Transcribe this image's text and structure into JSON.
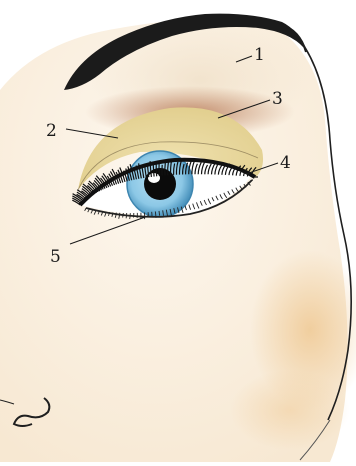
{
  "labels": [
    {
      "id": "1",
      "text": "1"
    },
    {
      "id": "2",
      "text": "2"
    },
    {
      "id": "3",
      "text": "3"
    },
    {
      "id": "4",
      "text": "4"
    },
    {
      "id": "5",
      "text": "5"
    }
  ],
  "colors": {
    "skin": "#fbf1e2",
    "cheek_shadow": "#efc994",
    "crease_shadow": "#b3714c",
    "lid_color": "#e6d59a",
    "iris": "#8cc8e6",
    "iris_ring": "#4a93bd",
    "pupil": "#0b0b0b",
    "outline": "#1f1f1f"
  }
}
